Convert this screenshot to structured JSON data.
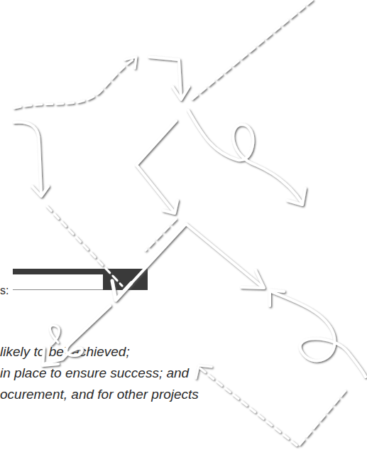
{
  "diagram": {
    "labels": [
      "s:",
      "likely to be) achieved;",
      "in place to ensure success; and",
      "ocurement, and for other projects"
    ]
  }
}
